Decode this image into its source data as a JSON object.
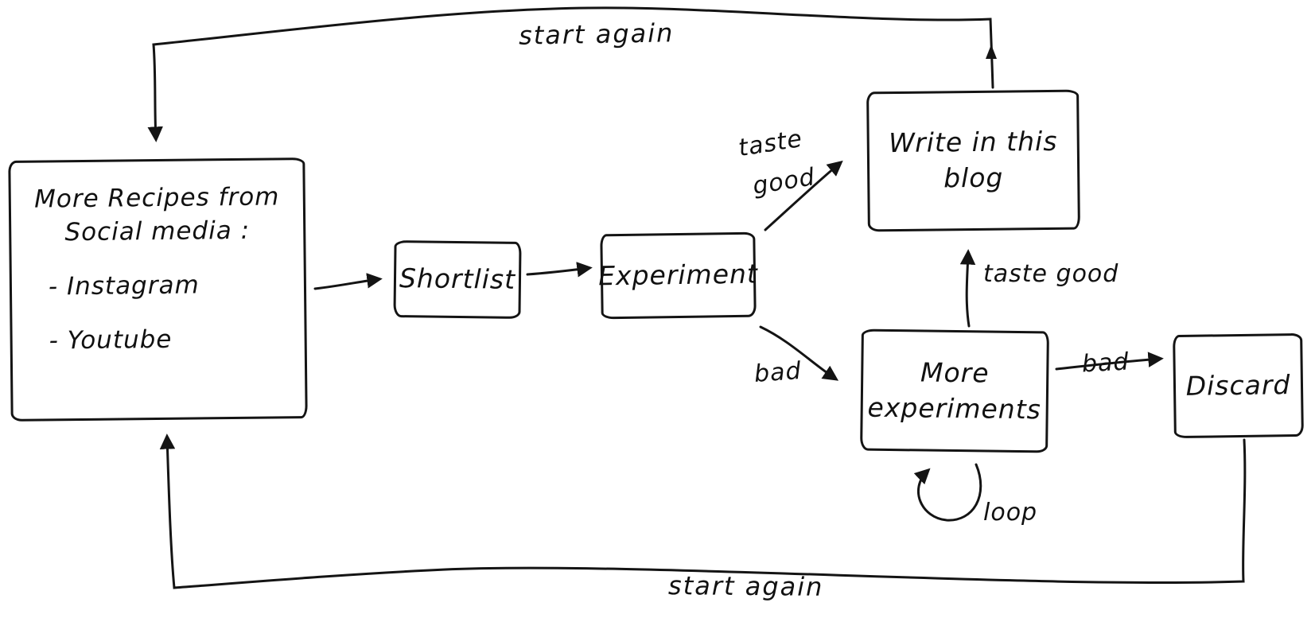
{
  "diagram_title": "Recipe experimentation flow (hand-drawn sketch)",
  "ink_color": "#141414",
  "background_color": "#ffffff",
  "nodes": {
    "source": {
      "line1": "More Recipes from",
      "line2": "Social media :",
      "bullets": [
        "- Instagram",
        "- Youtube"
      ]
    },
    "shortlist": {
      "label": "Shortlist"
    },
    "experiment": {
      "label": "Experiment"
    },
    "blog": {
      "line1": "Write in this",
      "line2": "blog"
    },
    "more_experiments": {
      "line1": "More",
      "line2": "experiments"
    },
    "discard": {
      "label": "Discard"
    }
  },
  "edge_labels": {
    "start_again_top": "start again",
    "start_again_bottom": "start again",
    "taste_good_upper_line1": "taste",
    "taste_good_upper_line2": "good",
    "taste_good_right": "taste good",
    "bad_to_more_experiments": "bad",
    "bad_to_discard": "bad",
    "loop": "loop"
  }
}
